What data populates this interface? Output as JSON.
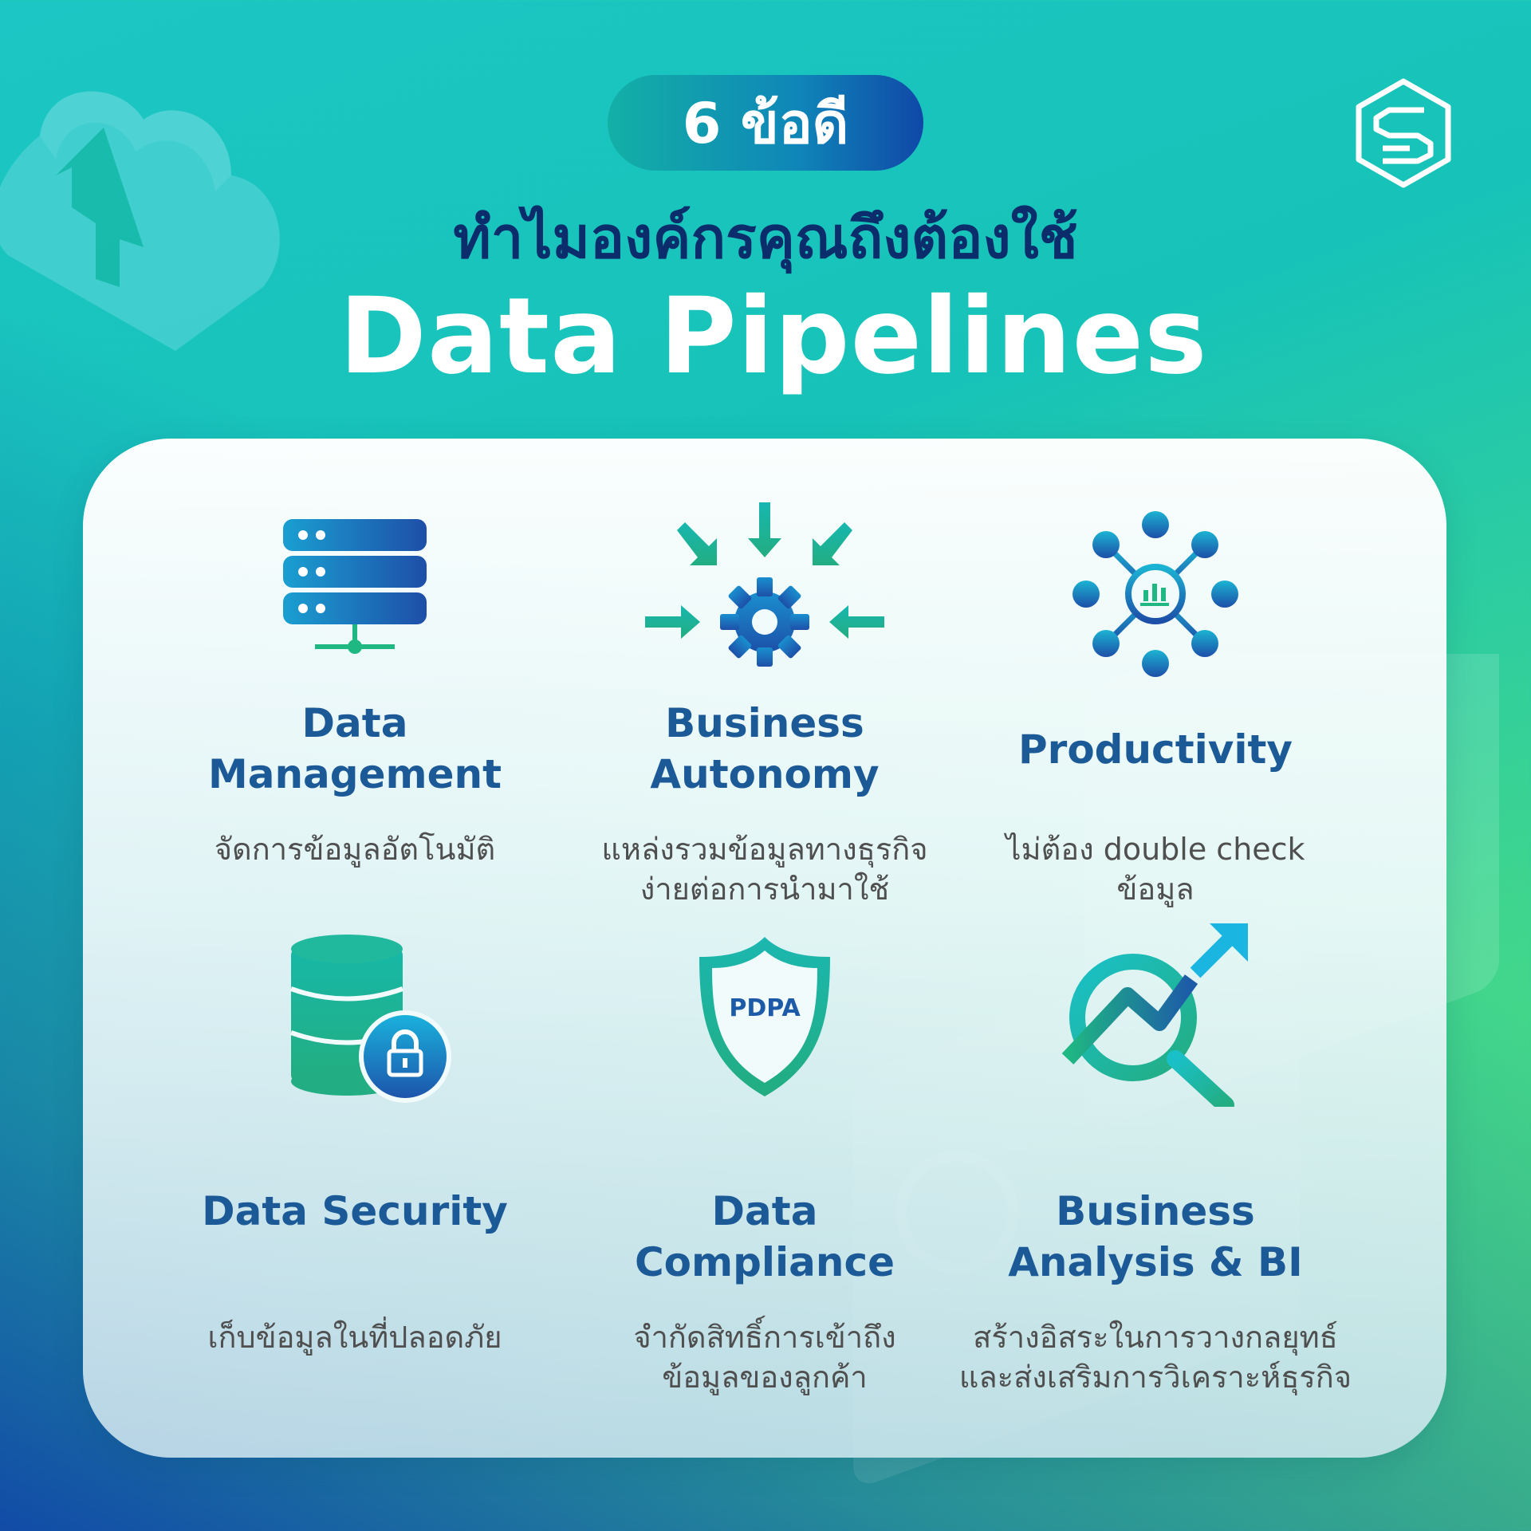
{
  "header": {
    "pill_text": "6 ข้อดี",
    "subtitle": "ทำไมองค์กรคุณถึงต้องใช้",
    "title": "Data Pipelines"
  },
  "items": [
    {
      "name": "Data\nManagement",
      "desc": "จัดการข้อมูลอัตโนมัติ",
      "icon": "server-icon"
    },
    {
      "name": "Business\nAutonomy",
      "desc": "แหล่งรวมข้อมูลทางธุรกิจ\nง่ายต่อการนำมาใช้",
      "icon": "gear-arrows-icon"
    },
    {
      "name": "Productivity",
      "desc": "ไม่ต้อง double check\nข้อมูล",
      "icon": "network-hub-icon"
    },
    {
      "name": "Data Security",
      "desc": "เก็บข้อมูลในที่ปลอดภัย",
      "icon": "database-lock-icon"
    },
    {
      "name": "Data\nCompliance",
      "desc": "จำกัดสิทธิ์การเข้าถึง\nข้อมูลของลูกค้า",
      "icon": "shield-icon",
      "icon_text": "PDPA"
    },
    {
      "name": "Business\nAnalysis & BI",
      "desc": "สร้างอิสระในการวางกลยุทธ์\nและส่งเสริมการวิเคราะห์ธุรกิจ",
      "icon": "analysis-magnifier-icon"
    }
  ],
  "colors": {
    "accent_blue": "#1c5a97",
    "accent_green": "#1fb882",
    "navy": "#0c2d6b"
  }
}
